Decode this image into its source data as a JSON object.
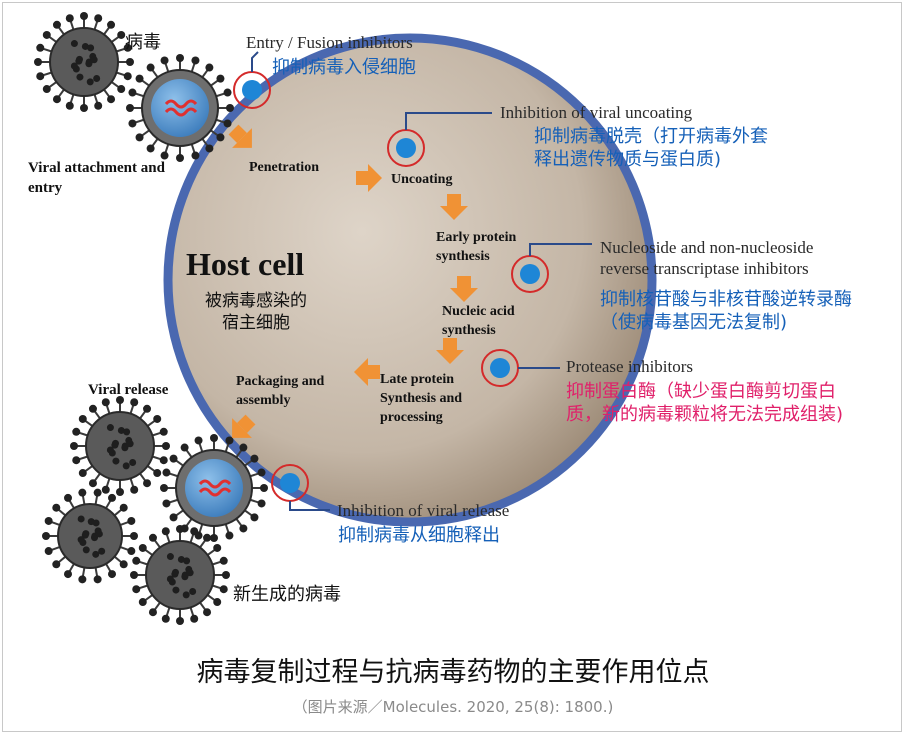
{
  "labels": {
    "virus_cn": "病毒",
    "entry_inhibitors_en": "Entry / Fusion inhibitors",
    "entry_inhibitors_cn": "抑制病毒入侵细胞",
    "viral_attachment": "Viral attachment and\nentry",
    "penetration": "Penetration",
    "uncoating": "Uncoating",
    "uncoating_inhibition_en": "Inhibition of viral uncoating",
    "uncoating_inhibition_cn": "抑制病毒脱壳（打开病毒外套\n释出遗传物质与蛋白质)",
    "early_protein": "Early protein\nsynthesis",
    "nrti_en": "Nucleoside and non-nucleoside\nreverse transcriptase inhibitors",
    "nrti_cn": "抑制核苷酸与非核苷酸逆转录酶\n（使病毒基因无法复制)",
    "host_cell": "Host cell",
    "host_cell_cn": "被病毒感染的\n宿主细胞",
    "nucleic_acid": "Nucleic acid\nsynthesis",
    "protease_en": "Protease inhibitors",
    "protease_cn": "抑制蛋白酶（缺少蛋白酶剪切蛋白\n质，新的病毒颗粒将无法完成组装)",
    "late_protein": "Late protein\nSynthesis and\nprocessing",
    "packaging": "Packaging and\nassembly",
    "viral_release": "Viral release",
    "release_inhibition_en": "Inhibition of viral release",
    "release_inhibition_cn": "抑制病毒从细胞释出",
    "new_virus_cn": "新生成的病毒",
    "title": "病毒复制过程与抗病毒药物的主要作用位点",
    "source": "（图片来源／Molecules. 2020, 25(8): 1800.)"
  },
  "colors": {
    "cell_border": "#4a68b0",
    "cell_fill_center": "#d8ccbf",
    "cell_fill_edge": "#a89884",
    "arrow": "#f09235",
    "drug_site": "#1e86d6",
    "drug_ring": "#d42a2a",
    "virus_body": "#3a3a3a",
    "virus_inner": "#4a8cc8",
    "rna": "#e03030",
    "label_blue": "#1560b8",
    "label_pink": "#e0206a"
  },
  "icons": [
    "virus-icon",
    "drug-target-icon",
    "process-arrow"
  ]
}
